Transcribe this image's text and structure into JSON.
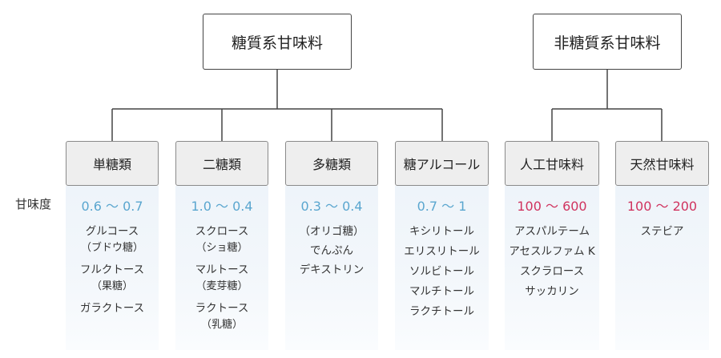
{
  "top_groups": {
    "sugar": "糖質系甘味料",
    "nonsugar": "非糖質系甘味料"
  },
  "row_label": "甘味度",
  "columns": [
    {
      "name": "単糖類",
      "value": "0.6 ～ 0.7",
      "items": [
        "グルコース",
        "（ブドウ糖）",
        "フルクトース",
        "（果糖）",
        "ガラクトース"
      ]
    },
    {
      "name": "二糖類",
      "value": "1.0 ～ 0.4",
      "items": [
        "スクロース",
        "（ショ糖）",
        "マルトース",
        "（麦芽糖）",
        "ラクトース",
        "（乳糖）"
      ]
    },
    {
      "name": "多糖類",
      "value": "0.3 ～ 0.4",
      "items": [
        "（オリゴ糖）",
        "でんぷん",
        "デキストリン"
      ]
    },
    {
      "name": "糖アルコール",
      "value": "0.7 ～ 1",
      "items": [
        "キシリトール",
        "エリスリトール",
        "ソルビトール",
        "マルチトール",
        "ラクチトール"
      ]
    },
    {
      "name": "人工甘味料",
      "value": "100 ～ 600",
      "items": [
        "アスパルテーム",
        "アセスルファム K",
        "スクラロース",
        "サッカリン"
      ]
    },
    {
      "name": "天然甘味料",
      "value": "100 ～ 200",
      "items": [
        "ステビア"
      ]
    }
  ],
  "colors": {
    "sugar_value": "#5aa6cf",
    "nonsugar_value": "#d0335f",
    "line": "#444444",
    "category_fill": "#eeeeee"
  }
}
